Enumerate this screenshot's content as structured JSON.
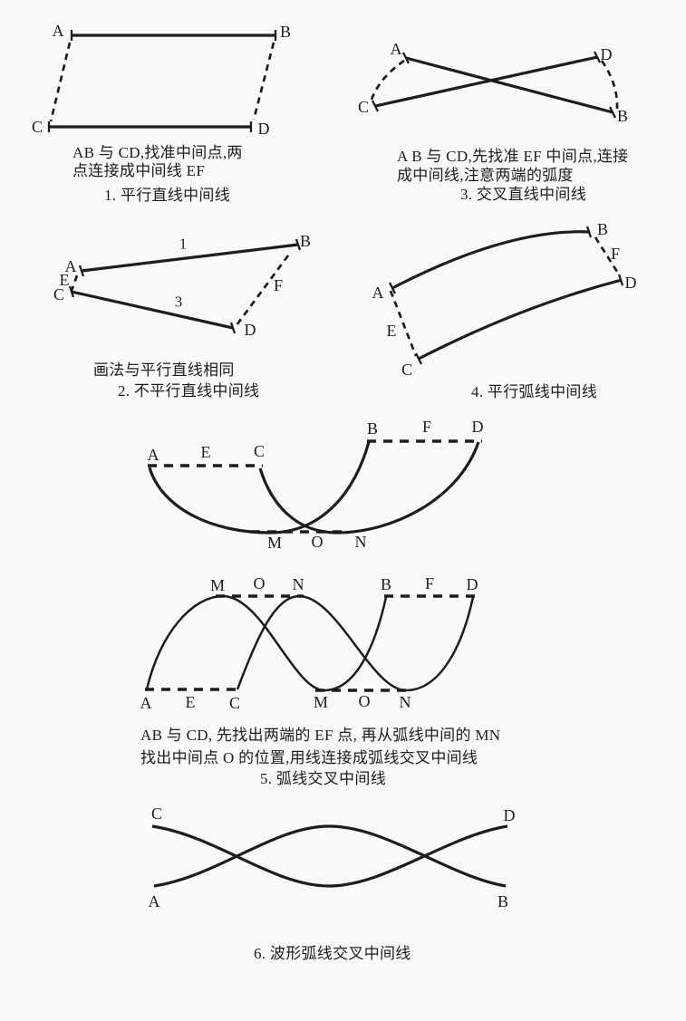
{
  "page": {
    "background_color": "#f9f9f7",
    "ink_color": "#1d1d1d",
    "description_labels_font": "serif-scan"
  },
  "figures": {
    "fig1": {
      "caption_line1": "AB 与 CD,找准中间点,两",
      "caption_line2": "点连接成中间线 EF",
      "title": "1. 平行直线中间线",
      "labels": {
        "A": "A",
        "B": "B",
        "C": "C",
        "D": "D"
      }
    },
    "fig2": {
      "caption_line1": "画法与平行直线相同",
      "title": "2. 不平行直线中间线",
      "labels": {
        "A": "A",
        "B": "B",
        "C": "C",
        "D": "D",
        "E": "E",
        "F": "F",
        "n1": "1",
        "n3": "3"
      }
    },
    "fig3": {
      "caption_line1": "A B 与 CD,先找准 EF 中间点,连接",
      "caption_line2": "成中间线,注意两端的弧度",
      "title": "3. 交叉直线中间线",
      "labels": {
        "A": "A",
        "B": "B",
        "C": "C",
        "D": "D"
      }
    },
    "fig4": {
      "title": "4. 平行弧线中间线",
      "labels": {
        "A": "A",
        "B": "B",
        "C": "C",
        "D": "D",
        "E": "E",
        "F": "F"
      }
    },
    "fig5": {
      "caption_line1": "AB 与 CD, 先找出两端的 EF 点, 再从弧线中间的 MN",
      "caption_line2": "找出中间点 O 的位置,用线连接成弧线交叉中间线",
      "title": "5. 弧线交叉中间线",
      "labels": {
        "A": "A",
        "B": "B",
        "C": "C",
        "D": "D",
        "E": "E",
        "F": "F",
        "M": "M",
        "O": "O",
        "N": "N"
      }
    },
    "fig6": {
      "title": "6. 波形弧线交叉中间线",
      "labels": {
        "A": "A",
        "B": "B",
        "C": "C",
        "D": "D"
      }
    }
  }
}
